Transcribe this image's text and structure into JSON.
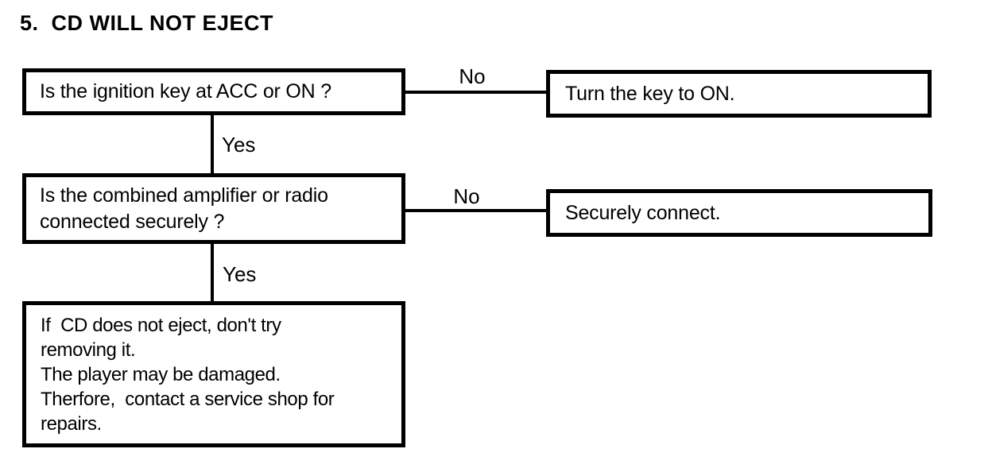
{
  "title": "5.  CD WILL NOT EJECT",
  "nodes": {
    "q1": {
      "text": "Is the ignition key at ACC or ON ?"
    },
    "a1": {
      "text": "Turn the key to ON."
    },
    "q2": {
      "lines": [
        "Is the combined amplifier or radio",
        "connected securely ?"
      ]
    },
    "a2": {
      "text": "Securely connect."
    },
    "result": {
      "lines": [
        "If  CD does not eject, don't try",
        "removing it.",
        "The player may be damaged.",
        "Therfore,  contact a service shop for",
        "repairs."
      ]
    }
  },
  "connectors": {
    "no1": "No",
    "yes1": "Yes",
    "no2": "No",
    "yes2": "Yes"
  },
  "colors": {
    "ink": "#000000",
    "paper": "#ffffff"
  }
}
